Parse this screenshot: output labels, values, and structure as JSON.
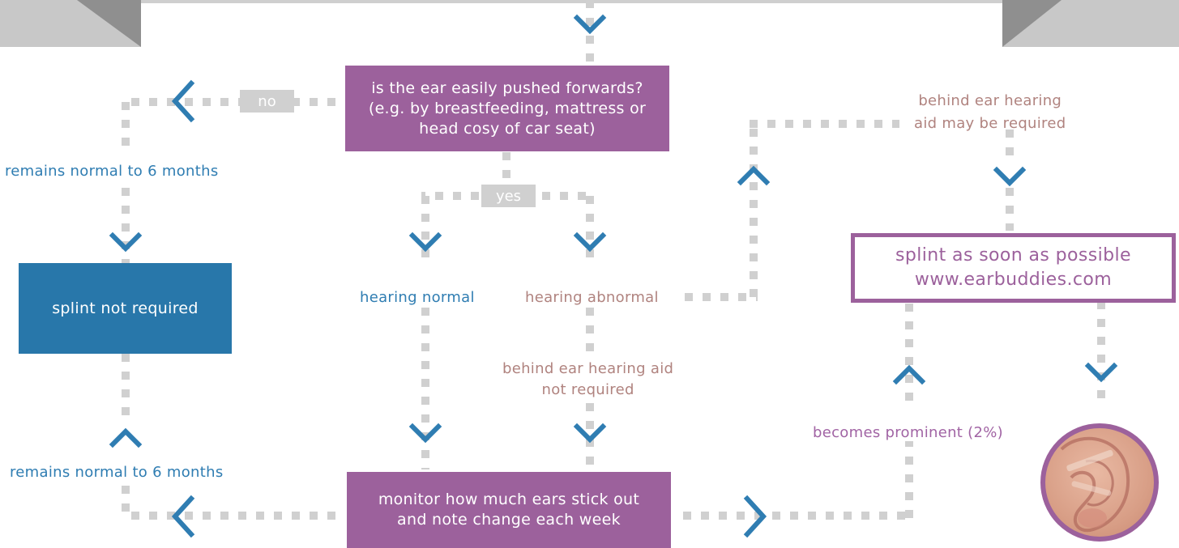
{
  "colors": {
    "purple": "#9c619c",
    "blue": "#2877aa",
    "arrow_blue": "#2f7db2",
    "connector_gray": "#d0d0d0",
    "rose_text": "#b0837f"
  },
  "nodes": {
    "question": "is the ear easily pushed forwards?\n(e.g. by breastfeeding, mattress or\nhead cosy of car seat)",
    "splint_not_required": "splint not required",
    "monitor": "monitor how much ears stick out\nand note change each week",
    "splint_asap_line1": "splint as soon as possible",
    "splint_asap_line2": "www.earbuddies.com"
  },
  "tags": {
    "no": "no",
    "yes": "yes"
  },
  "labels": {
    "remains_normal_top": "remains normal to 6 months",
    "remains_normal_bottom": "remains normal to 6 months",
    "hearing_normal": "hearing normal",
    "hearing_abnormal": "hearing abnormal",
    "aid_not_required": "behind ear hearing aid\nnot required",
    "aid_may_be_required": "behind ear hearing\naid may be required",
    "becomes_prominent": "becomes prominent (2%)"
  },
  "icons": {
    "arrow": "chevron-icon",
    "ear_photo": "ear-photo"
  }
}
